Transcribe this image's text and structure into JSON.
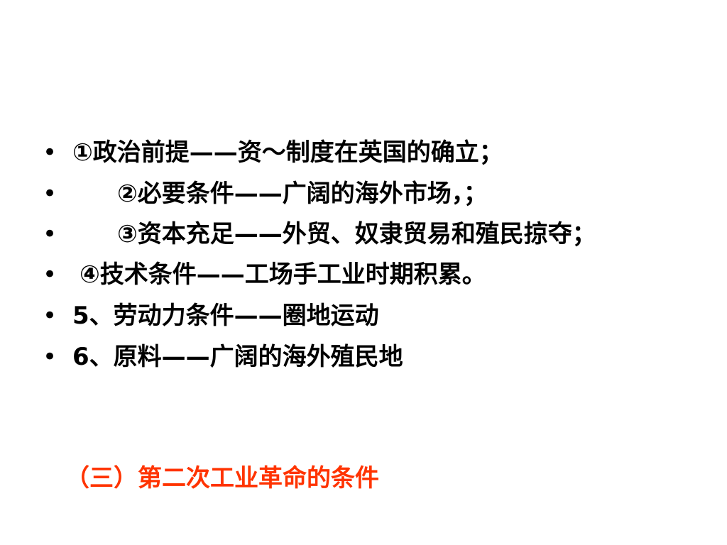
{
  "slide": {
    "bullet_symbol": "•",
    "items": [
      {
        "text": "①政治前提——资～制度在英国的确立；"
      },
      {
        "text": "②必要条件——广阔的海外市场，；"
      },
      {
        "text": "③资本充足——外贸、奴隶贸易和殖民掠夺；"
      },
      {
        "text": "④技术条件——工场手工业时期积累。"
      },
      {
        "text": "5、劳动力条件——圈地运动"
      },
      {
        "text": "6、原料——广阔的海外殖民地"
      }
    ],
    "heading": "（三）第二次工业革命的条件",
    "colors": {
      "text": "#000000",
      "heading": "#ff3300",
      "background": "#ffffff"
    }
  }
}
